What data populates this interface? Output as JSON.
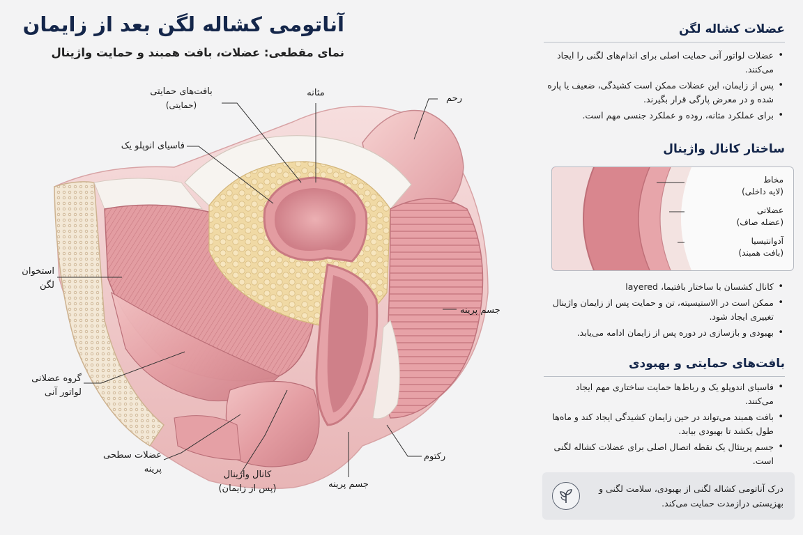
{
  "header": {
    "title": "آناتومی کشاله لگن بعد از زایمان",
    "subtitle": "نمای مقطعی: عضلات، بافت همبند و حمایت واژینال"
  },
  "labels": {
    "supportive_tissue": "بافت‌های حمایتی",
    "supportive_tissue_sub": "(حمایتی)",
    "bladder": "مثانه",
    "uterus": "رحم",
    "endopelvic_fascia": "فاسیای انوپلو یک",
    "pelvic_bone_1": "استخوان",
    "pelvic_bone_2": "لگن",
    "perineal_body_right": "جسم پرینه",
    "levator_group_1": "گروه عضلانی",
    "levator_group_2": "لواتور آنی",
    "superficial_muscles_1": "عضلات سطحی",
    "superficial_muscles_2": "پرینه",
    "vaginal_canal_1": "کانال واژینال",
    "vaginal_canal_2": "(پس از زایمان)",
    "perineal_body_bottom": "جسم پرینه",
    "rectum": "رکتوم"
  },
  "sections": {
    "pelvic_floor": {
      "title": "عضلات کشاله لگن",
      "items": [
        "عضلات لواتور آنی حمایت اصلی برای اندام‌های لگنی را ایجاد می‌کنند.",
        "پس از زایمان، این عضلات ممکن است کشیدگی، ضعیف یا پاره شده و در معرض پارگی قرار بگیرند.",
        "برای عملکرد مثانه، روده و عملکرد جنسی مهم است."
      ]
    },
    "vaginal_structure": {
      "title": "ساختار کانال واژینال",
      "inset": {
        "mucosa": "مخاط",
        "mucosa_sub": "(لایه داخلی)",
        "muscular": "عضلانی",
        "muscular_sub": "(عضله صاف)",
        "adventitia": "آدوانتیسیا",
        "adventitia_sub": "(بافت همبند)"
      },
      "items": [
        "کانال کشسان با ساختار بافتیما، layered",
        "ممکن است در الاستیسیته، تن و حمایت پس از زایمان واژینال تغییری ایجاد شود.",
        "بهبودی و بازسازی در دوره پس از زایمان ادامه می‌یابد."
      ]
    },
    "support_recovery": {
      "title": "بافت‌های حمایتی و بهبودی",
      "items": [
        "فاسیای اندوپلو یک و رباط‌ها حمایت ساختاری مهم ایجاد می‌کنند.",
        "بافت همبند می‌تواند در حین زایمان کشیدگی ایجاد کند و ماه‌ها طول بکشد تا بهبودی بیابد.",
        "جسم پرینئال یک نقطه اتصال اصلی برای عضلات کشاله لگنی است."
      ]
    }
  },
  "note": {
    "text": "درک آناتومی کشاله لگنی از بهبودی، سلامت لگنی و بهزیستی درازمدت حمایت می‌کند.",
    "icon": "sprout-icon"
  },
  "colors": {
    "title": "#14264a",
    "muscle": "#e8a5a8",
    "muscle_dark": "#c97a82",
    "fat": "#f1dcaa",
    "fascia": "#f4f1ee",
    "bone": "#efe4d2"
  }
}
